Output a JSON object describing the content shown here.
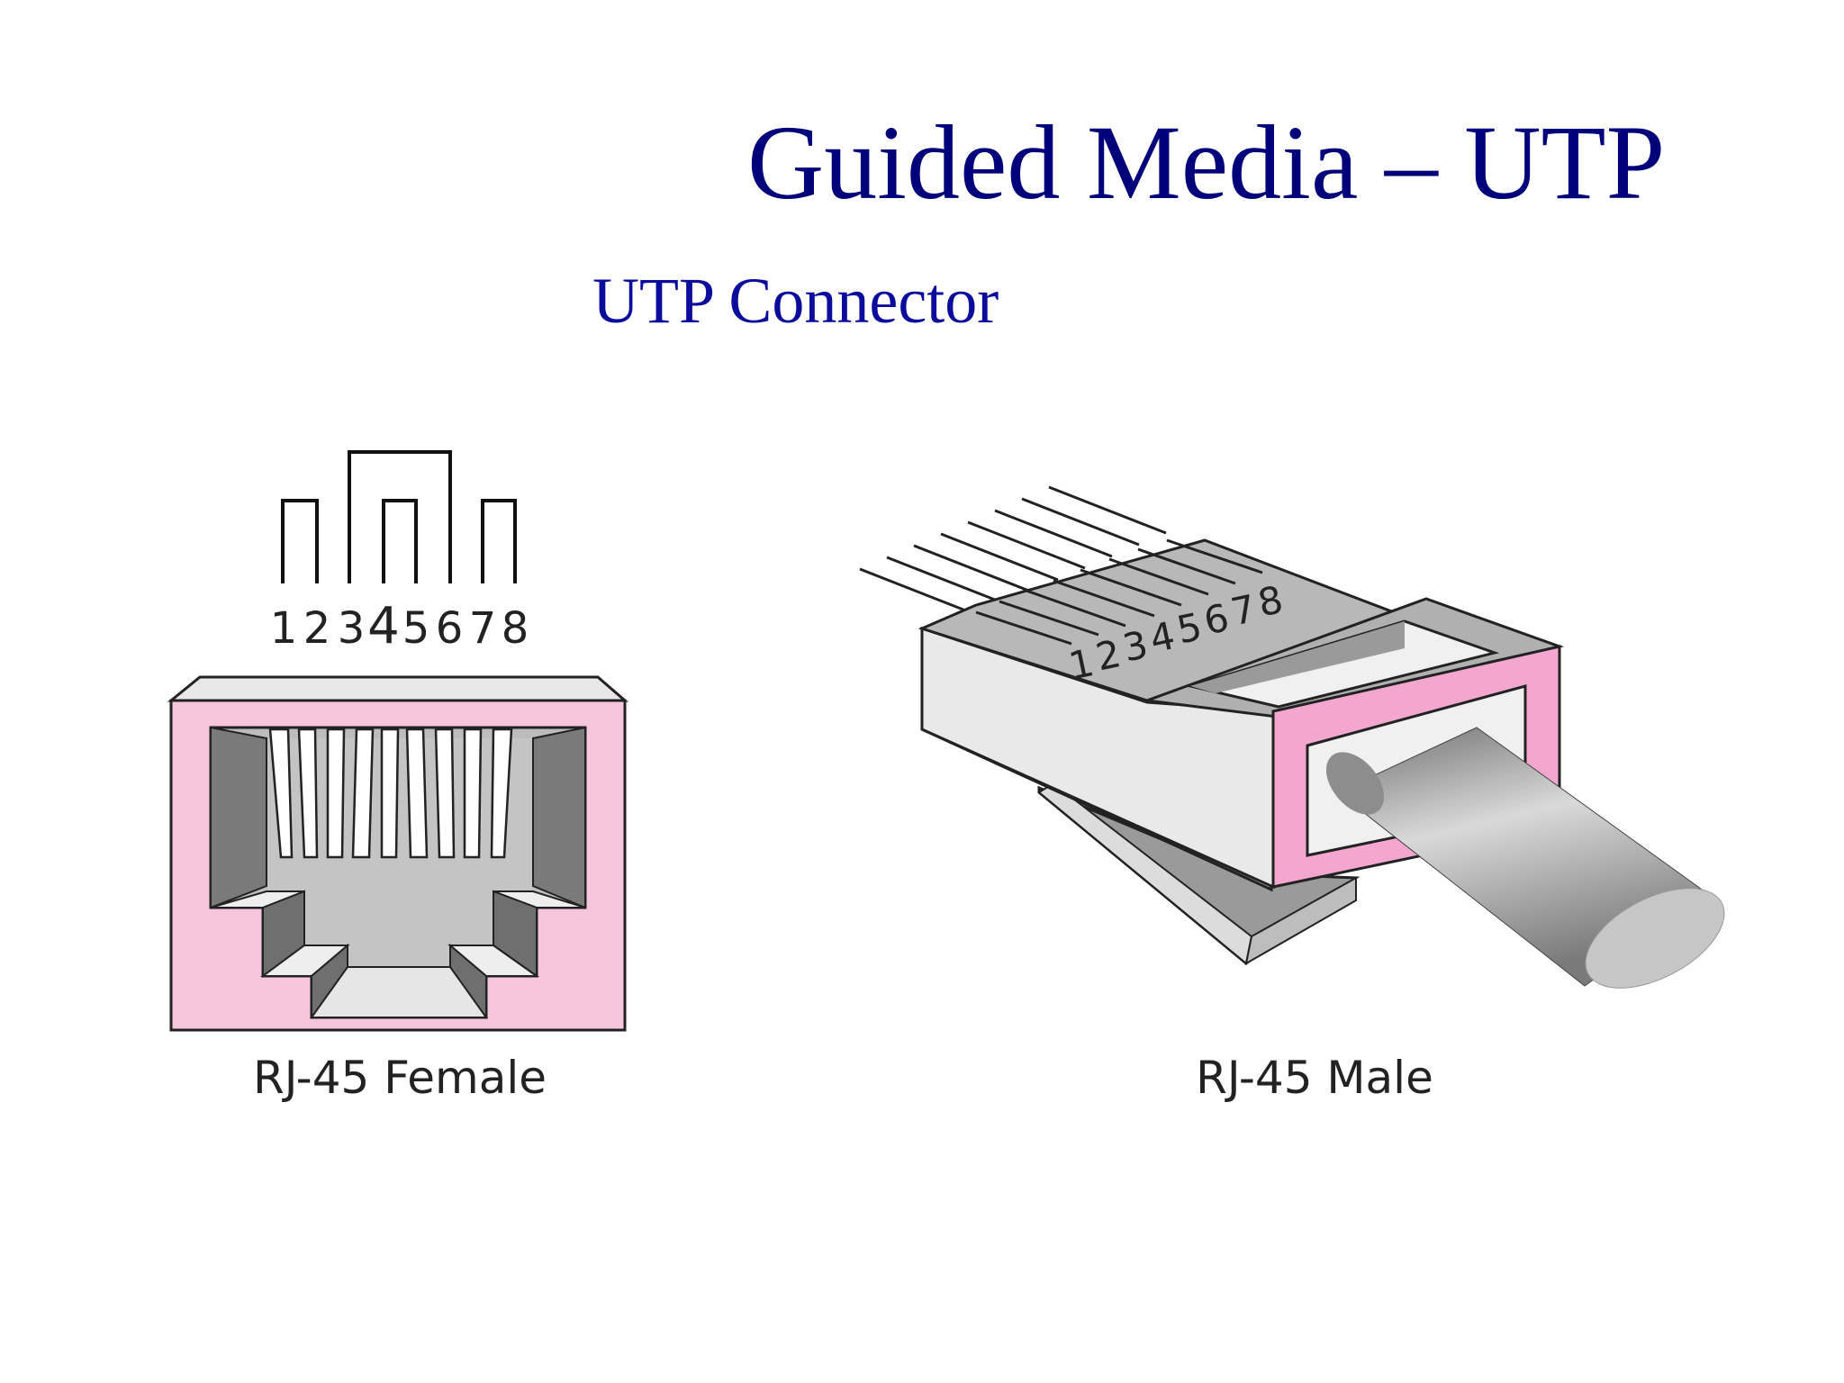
{
  "slide": {
    "title": "Guided Media – UTP",
    "subtitle": "UTP Connector"
  },
  "female": {
    "caption": "RJ-45 Female",
    "pins": [
      "1",
      "2",
      "3",
      "4",
      "5",
      "6",
      "7",
      "8"
    ]
  },
  "male": {
    "caption": "RJ-45 Male",
    "pins": [
      "1",
      "2",
      "3",
      "4",
      "5",
      "6",
      "7",
      "8"
    ]
  },
  "colors": {
    "title": "#00007a",
    "subtitle": "#0c0c9c",
    "pink": "#f6c6dd",
    "pink_male": "#f3a7cf"
  }
}
